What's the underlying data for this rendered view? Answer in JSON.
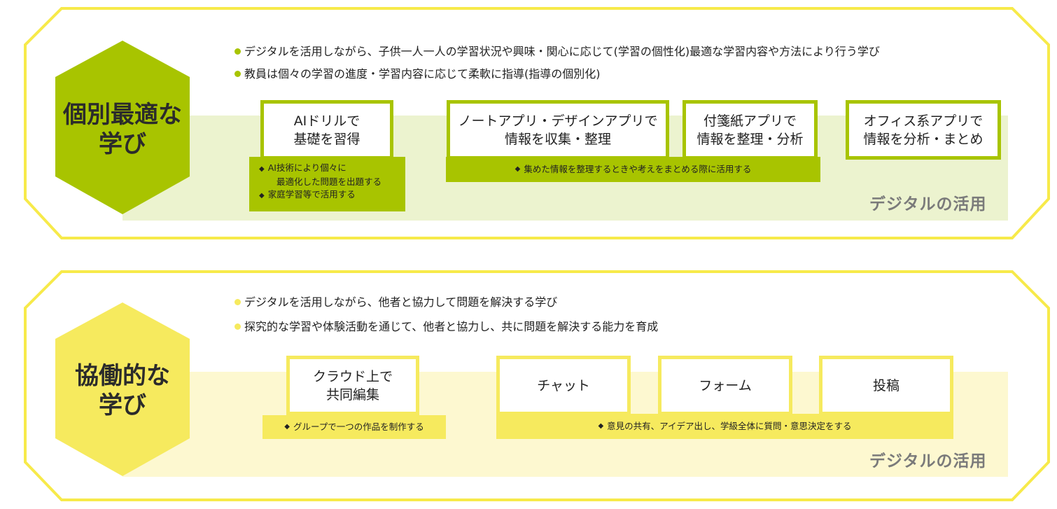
{
  "colors": {
    "green_accent": "#a8c400",
    "green_band": "#ecf3cf",
    "yellow_frame": "#f7ea4a",
    "yellow_accent": "#f6ea5e",
    "yellow_band": "#fdf8d0",
    "digital_text": "#7a7a7a"
  },
  "panel1": {
    "hex_title": [
      "個別最適な",
      "学び"
    ],
    "bullets": [
      "デジタルを活用しながら、子供一人一人の学習状況や興味・関心に応じて(学習の個性化)最適な学習内容や方法により行う学び",
      "教員は個々の学習の進度・学習内容に応じて柔軟に指導(指導の個別化)"
    ],
    "cards": [
      [
        "AIドリルで",
        "基礎を習得"
      ],
      [
        "ノートアプリ・デザインアプリで",
        "情報を収集・整理"
      ],
      [
        "付箋紙アプリで",
        "情報を整理・分析"
      ],
      [
        "オフィス系アプリで",
        "情報を分析・まとめ"
      ]
    ],
    "note_left": [
      "AI技術により個々に",
      "最適化した問題を出題する",
      "家庭学習等で活用する"
    ],
    "note_wide": "集めた情報を整理するときや考えをまとめる際に活用する",
    "digital_label": "デジタルの活用"
  },
  "panel2": {
    "hex_title": [
      "協働的な",
      "学び"
    ],
    "bullets": [
      "デジタルを活用しながら、他者と協力して問題を解決する学び",
      "探究的な学習や体験活動を通じて、他者と協力し、共に問題を解決する能力を育成"
    ],
    "cards": [
      [
        "クラウド上で",
        "共同編集"
      ],
      [
        "チャット"
      ],
      [
        "フォーム"
      ],
      [
        "投稿"
      ]
    ],
    "note_left": "グループで一つの作品を制作する",
    "note_wide": "意見の共有、アイデア出し、学級全体に質問・意思決定をする",
    "digital_label": "デジタルの活用"
  }
}
